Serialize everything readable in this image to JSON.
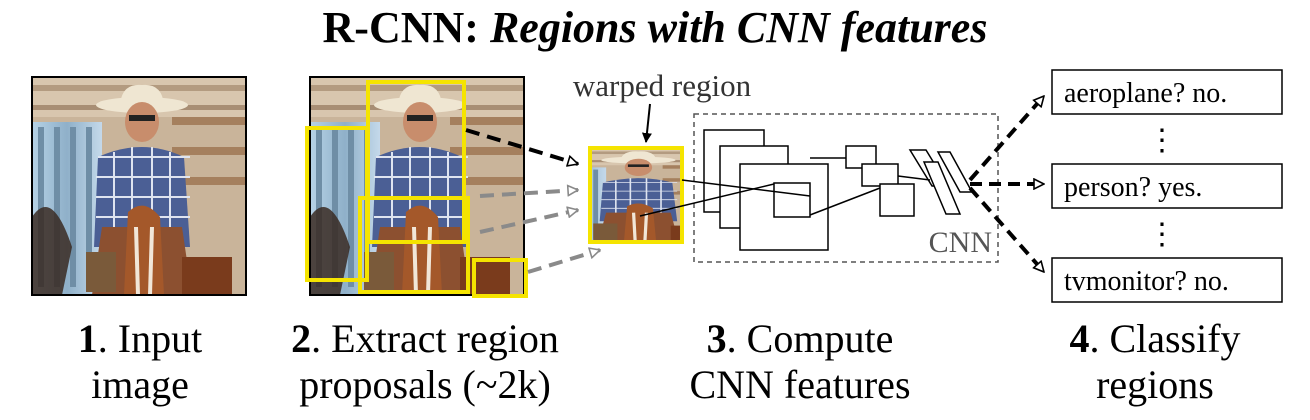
{
  "title": {
    "main": "R-CNN:",
    "italic": "Regions with CNN features"
  },
  "warped_label": "warped region",
  "cnn_label": "CNN",
  "classes": [
    "aeroplane? no.",
    "person? yes.",
    "tvmonitor? no."
  ],
  "ellipsis": "⋮",
  "steps": [
    {
      "num": "1",
      "rest": ". Input",
      "line2": "image"
    },
    {
      "num": "2",
      "rest": ". Extract region",
      "line2": "proposals (~2k)"
    },
    {
      "num": "3",
      "rest": ". Compute",
      "line2": "CNN features"
    },
    {
      "num": "4",
      "rest": ". Classify",
      "line2": "regions"
    }
  ],
  "colors": {
    "highlight": "#f5e400",
    "dashed_dark": "#000000",
    "dashed_gray": "#8a8a8a"
  }
}
